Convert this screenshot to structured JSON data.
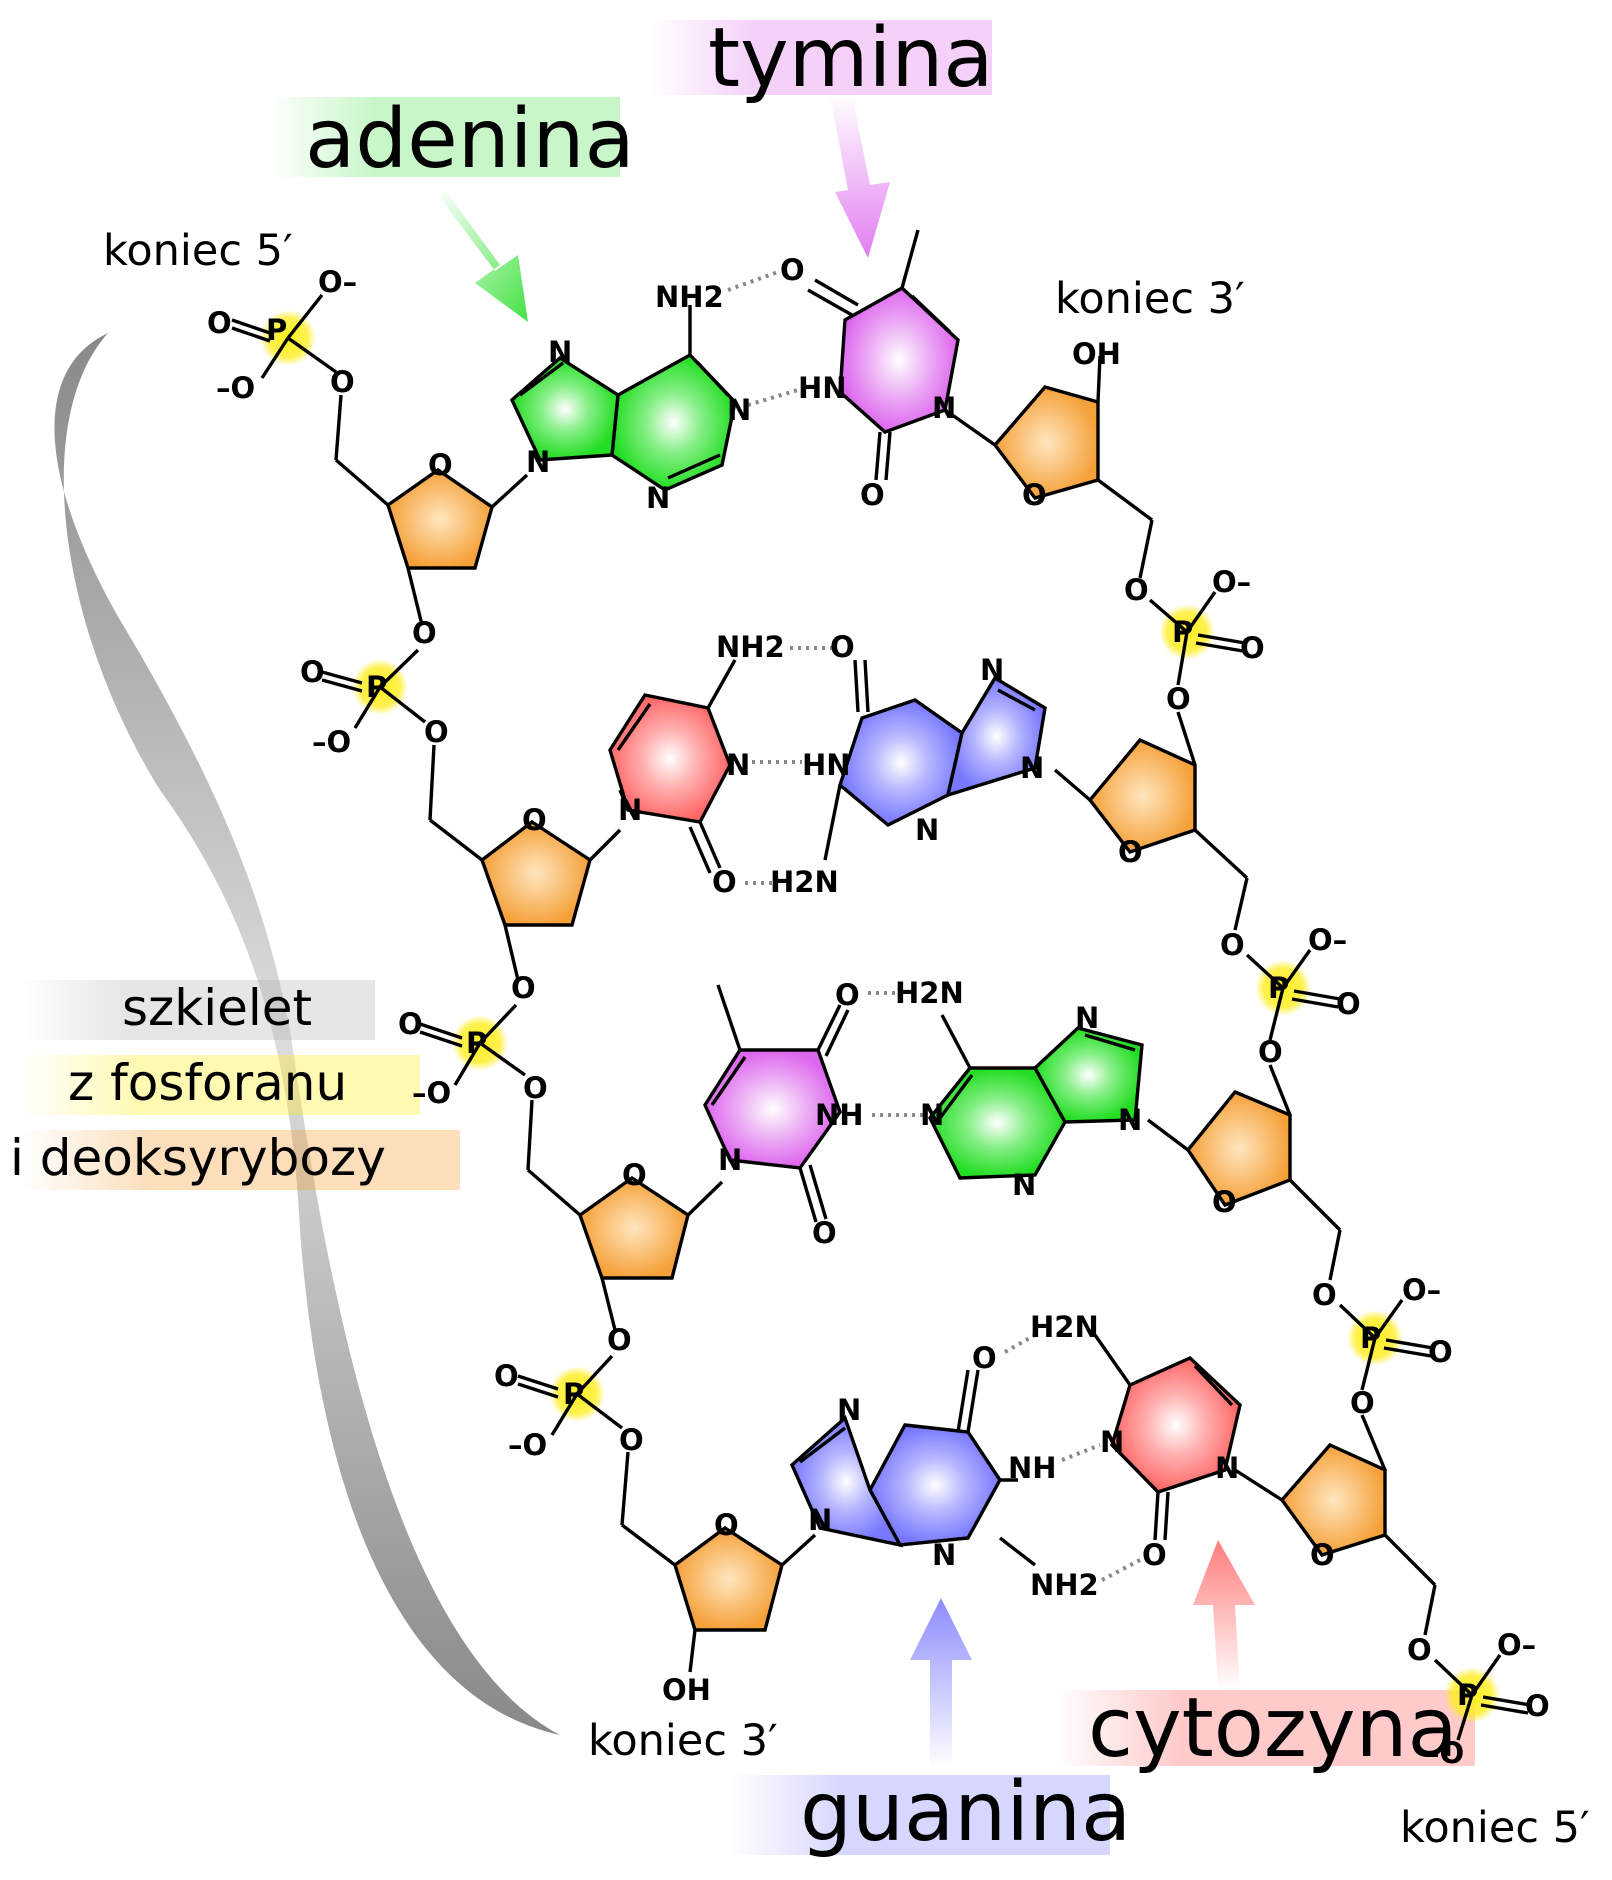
{
  "labels": {
    "adenine": "adenina",
    "thymine": "tymina",
    "guanine": "guanina",
    "cytosine": "cytozyna",
    "backbone_1": "szkielet",
    "backbone_2": "z fosforanu",
    "backbone_3": "i deoksyrybozy",
    "end5_top": "koniec 5′",
    "end3_top": "koniec 3′",
    "end3_bottom": "koniec 3′",
    "end5_bottom": "koniec 5′"
  },
  "atoms": {
    "N": "N",
    "O": "O",
    "P": "P",
    "NH": "NH",
    "HN": "HN",
    "NH2": "NH2",
    "H2N": "H2N",
    "OH": "OH",
    "O_minus": "O–",
    "minus_O": "–O"
  },
  "colors": {
    "adenine": "#22dd22",
    "thymine": "#dd66ee",
    "guanine": "#7777ff",
    "cytosine": "#ff6666",
    "sugar": "#f5a13a",
    "phosphate": "#ffee22",
    "backbone_brace": "#999999"
  }
}
